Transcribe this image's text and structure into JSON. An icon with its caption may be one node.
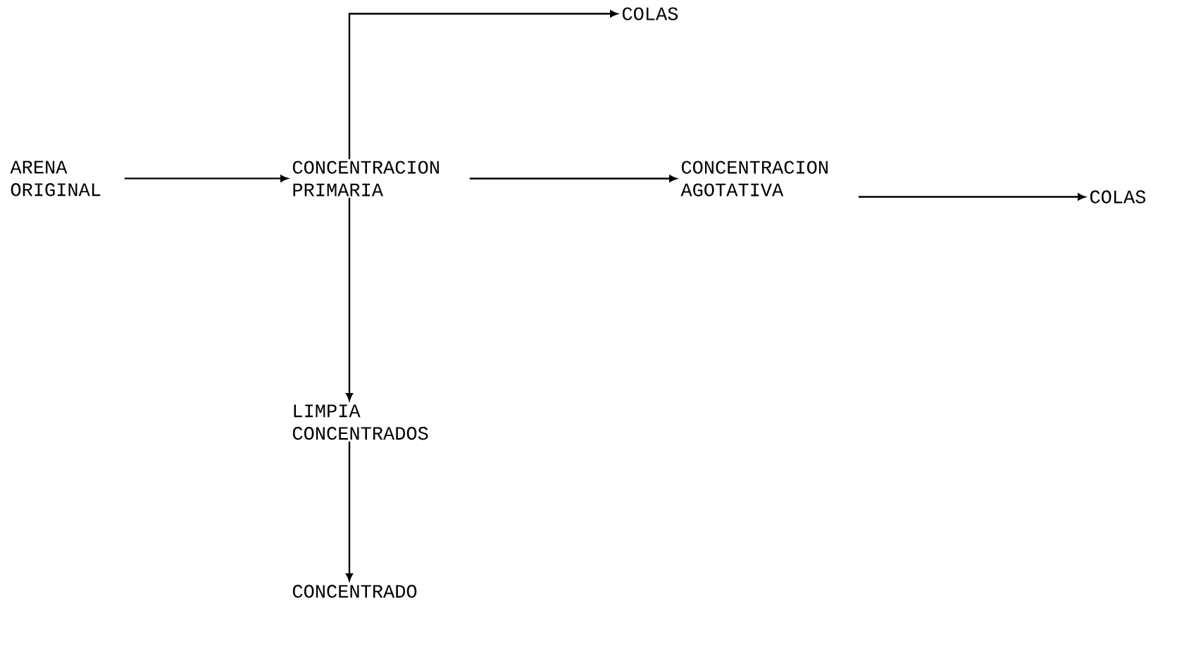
{
  "diagram": {
    "nodes": [
      {
        "text": [
          "ARENA ORIGINAL"
        ]
      },
      {
        "text": [
          "CONCENTRACION PRIMARIA"
        ]
      },
      {
        "text": [
          "COLAS"
        ]
      },
      {
        "text": [
          "CONCENTRACION AGOTATIVA"
        ]
      },
      {
        "text": [
          "COLAS"
        ]
      },
      {
        "text": [
          "LIMPIA CONCENTRADOS"
        ]
      },
      {
        "text": [
          "CONCENTRADO"
        ]
      }
    ],
    "edges": [
      {
        "from": 0,
        "to": 1,
        "arrow": "to"
      },
      {
        "from": 1,
        "to": 2,
        "arrow": "to"
      },
      {
        "from": 1,
        "to": 3,
        "arrow": "to"
      },
      {
        "from": 3,
        "to": 4,
        "arrow": "to"
      },
      {
        "from": 1,
        "to": 5,
        "arrow": "to"
      },
      {
        "from": 5,
        "to": 6,
        "arrow": "to"
      }
    ]
  }
}
